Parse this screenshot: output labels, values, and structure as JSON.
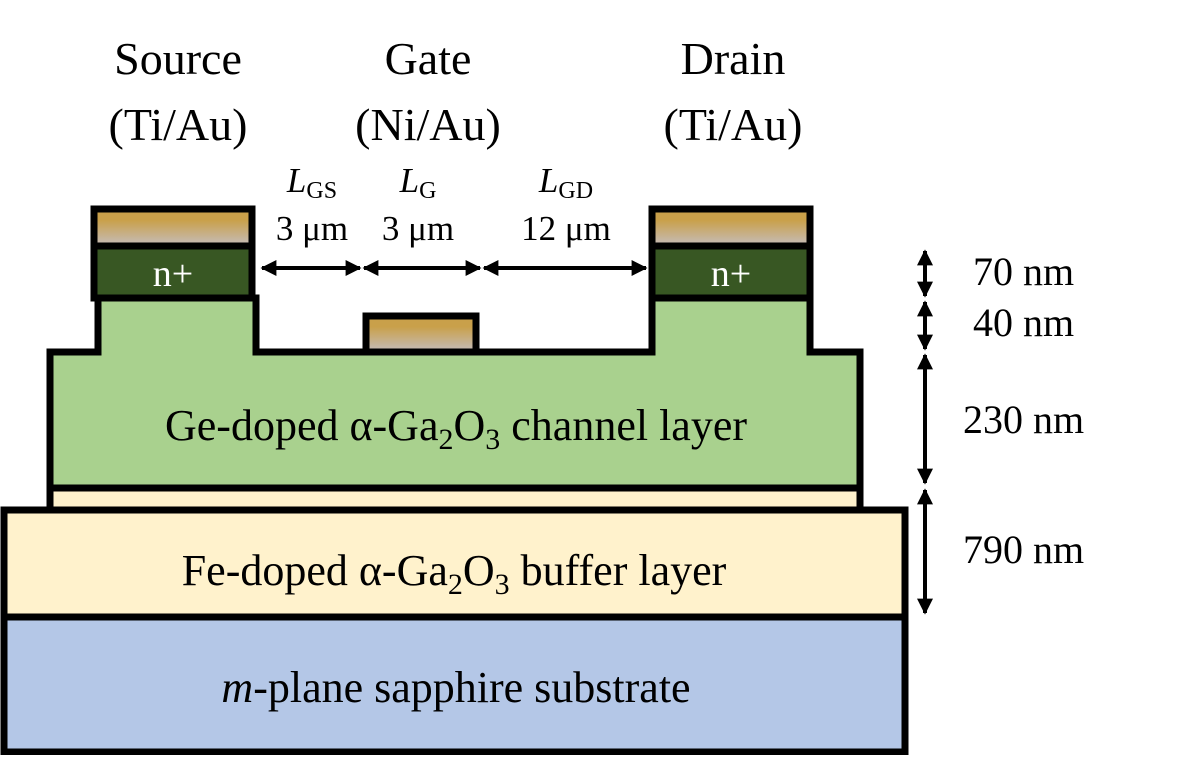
{
  "colors": {
    "substrate": "#b4c7e7",
    "buffer": "#fff2cc",
    "channel": "#a9d18e",
    "n_plus": "#385723",
    "metal_top": "#c9a04a",
    "metal_bottom": "#c5bdbd"
  },
  "electrodes": {
    "source": {
      "name": "Source",
      "metal": "(Ti/Au)"
    },
    "gate": {
      "name": "Gate",
      "metal": "(Ni/Au)"
    },
    "drain": {
      "name": "Drain",
      "metal": "(Ti/Au)"
    }
  },
  "contacts": {
    "source_doping": "n+",
    "drain_doping": "n+"
  },
  "dimensions": {
    "lgs": {
      "symbol": "L",
      "sub": "GS",
      "value": "3 μm"
    },
    "lg": {
      "symbol": "L",
      "sub": "G",
      "value": "3 μm"
    },
    "lgd": {
      "symbol": "L",
      "sub": "GD",
      "value": "12 μm"
    }
  },
  "layers": {
    "channel": {
      "pre": "Ge-doped α-Ga",
      "sub1": "2",
      "mid": "O",
      "sub2": "3",
      "post": " channel layer"
    },
    "buffer": {
      "pre": "Fe-doped α-Ga",
      "sub1": "2",
      "mid": "O",
      "sub2": "3",
      "post": " buffer layer"
    },
    "substrate": {
      "italic": "m",
      "rest": "-plane sapphire substrate"
    }
  },
  "thickness": {
    "n_plus": "70 nm",
    "recess": "40 nm",
    "channel": "230 nm",
    "buffer": "790 nm"
  }
}
